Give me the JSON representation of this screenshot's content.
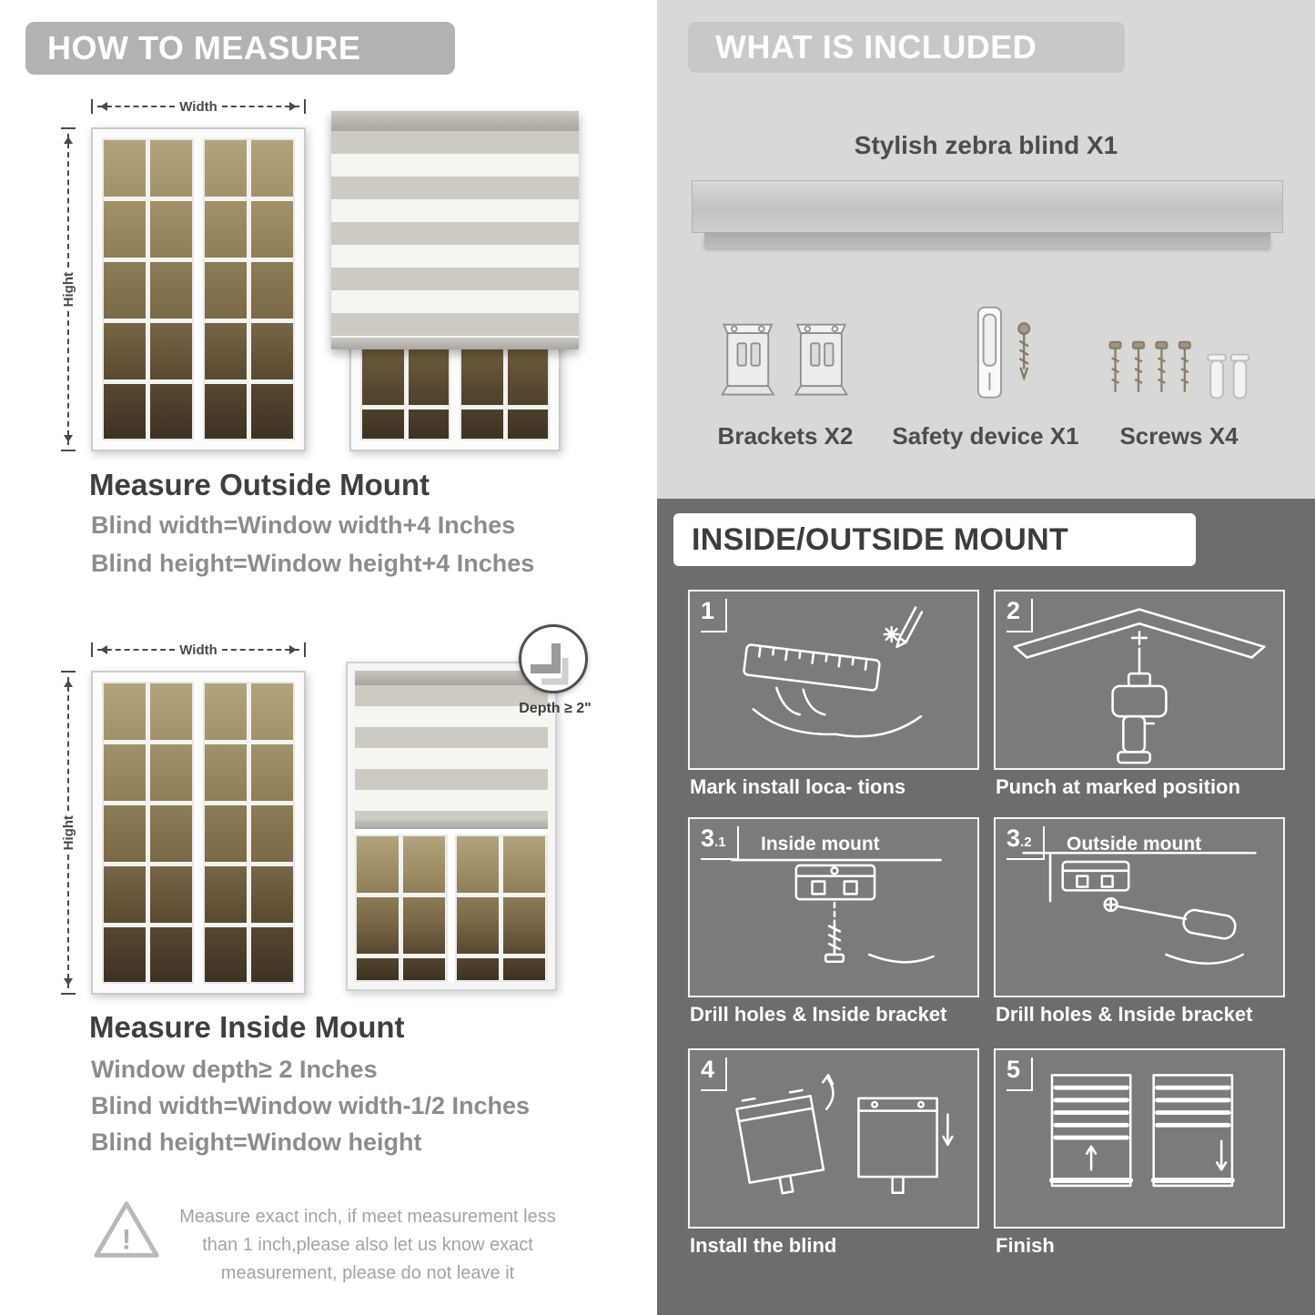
{
  "colors": {
    "banner_gray": "#b2b2b2",
    "light_section": "#d8d8d6",
    "dark_section": "#6d6d6d",
    "heading_dark": "#3f3f3f",
    "body_gray": "#8c8c8c"
  },
  "left": {
    "header": "HOW TO MEASURE",
    "labels": {
      "width": "Width",
      "height": "Hight"
    },
    "outside": {
      "title": "Measure Outside Mount",
      "line1": "Blind width=Window width+4 Inches",
      "line2": "Blind height=Window height+4 Inches"
    },
    "inside": {
      "depth_note": "Depth ≥ 2\"",
      "title": "Measure Inside Mount",
      "line1": "Window depth≥ 2 Inches",
      "line2": "Blind width=Window width-1/2 Inches",
      "line3": "Blind height=Window height"
    },
    "warning": {
      "mark": "!",
      "text": "Measure exact inch, if meet measurement less than 1 inch,please also let us know exact measurement, please do not leave it"
    }
  },
  "included": {
    "header": "WHAT IS INCLUDED",
    "product_title": "Stylish zebra blind X1",
    "items": [
      {
        "label": "Brackets X2",
        "icon": "brackets-icon"
      },
      {
        "label": "Safety device X1",
        "icon": "safety-device-icon"
      },
      {
        "label": "Screws X4",
        "icon": "screws-icon"
      }
    ]
  },
  "mount": {
    "header": "INSIDE/OUTSIDE MOUNT",
    "steps": [
      {
        "num": "1",
        "caption": "Mark install loca- tions"
      },
      {
        "num": "2",
        "caption": "Punch at  marked position"
      },
      {
        "num": "3",
        "sub": ".1",
        "label": "Inside mount",
        "caption": "Drill holes &  Inside bracket"
      },
      {
        "num": "3",
        "sub": ".2",
        "label": "Outside mount",
        "caption": "Drill holes &  Inside bracket"
      },
      {
        "num": "4",
        "caption": "Install the blind"
      },
      {
        "num": "5",
        "caption": "Finish"
      }
    ]
  }
}
